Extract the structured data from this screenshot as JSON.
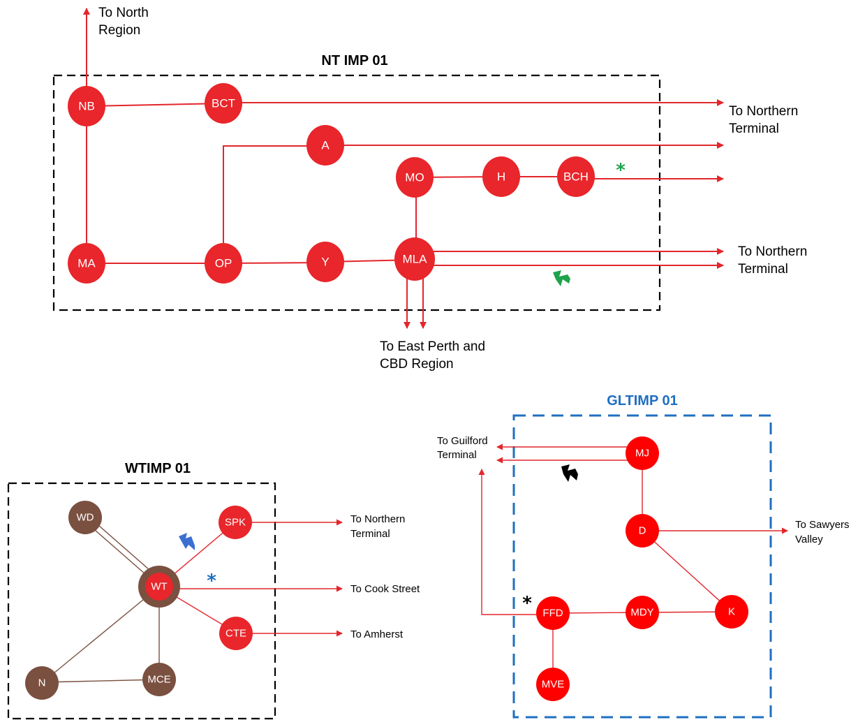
{
  "colors": {
    "red": "#e8262b",
    "red_line": "#e2262b",
    "brown": "#7a5040",
    "blue": "#1f6fc1",
    "green": "#1fa34a",
    "black": "#000000",
    "lightning_blue": "#3b6fd1"
  },
  "nt": {
    "title": "NT IMP 01",
    "nodes": {
      "nb": "NB",
      "bct": "BCT",
      "a": "A",
      "mo": "MO",
      "h": "H",
      "bch": "BCH",
      "ma": "MA",
      "op": "OP",
      "y": "Y",
      "mla": "MLA"
    },
    "to_north_region": [
      "To North",
      "Region"
    ],
    "to_northern_terminal_1": [
      "To Northern",
      "Terminal"
    ],
    "to_northern_terminal_2": [
      "To Northern",
      "Terminal"
    ],
    "to_east_perth": [
      "To East Perth and",
      "CBD Region"
    ],
    "star_symbol": "*",
    "icons": [
      "green-star-icon",
      "green-lightning-icon"
    ]
  },
  "wt": {
    "title": "WTIMP 01",
    "nodes": {
      "wd": "WD",
      "wt": "WT",
      "spk": "SPK",
      "cte": "CTE",
      "n": "N",
      "mce": "MCE"
    },
    "to_northern_terminal": [
      "To Northern",
      "Terminal"
    ],
    "to_cook_street": "To Cook Street",
    "to_amherst": "To Amherst",
    "star_symbol": "*",
    "icons": [
      "blue-lightning-icon",
      "blue-star-icon"
    ]
  },
  "gl": {
    "title": "GLTIMP 01",
    "nodes": {
      "mj": "MJ",
      "d": "D",
      "k": "K",
      "ffd": "FFD",
      "mdy": "MDY",
      "mve": "MVE"
    },
    "to_guilford": [
      "To Guilford",
      "Terminal"
    ],
    "to_sawyers": [
      "To Sawyers",
      "Valley"
    ],
    "star_symbol": "*",
    "icons": [
      "black-lightning-icon",
      "black-star-icon"
    ]
  }
}
